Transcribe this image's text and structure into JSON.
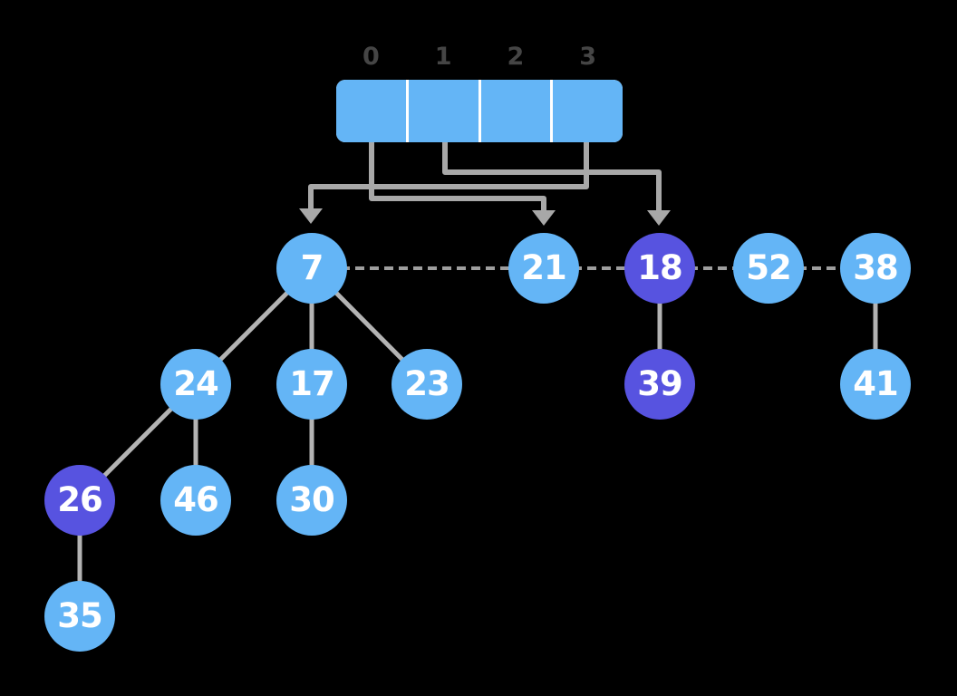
{
  "array": {
    "indices": [
      "0",
      "1",
      "2",
      "3"
    ],
    "cell_count": 4
  },
  "nodes": [
    {
      "value": "7",
      "variant": "blue"
    },
    {
      "value": "21",
      "variant": "blue"
    },
    {
      "value": "18",
      "variant": "purple"
    },
    {
      "value": "52",
      "variant": "blue"
    },
    {
      "value": "38",
      "variant": "blue"
    },
    {
      "value": "24",
      "variant": "blue"
    },
    {
      "value": "17",
      "variant": "blue"
    },
    {
      "value": "23",
      "variant": "blue"
    },
    {
      "value": "39",
      "variant": "purple"
    },
    {
      "value": "41",
      "variant": "blue"
    },
    {
      "value": "26",
      "variant": "purple"
    },
    {
      "value": "46",
      "variant": "blue"
    },
    {
      "value": "30",
      "variant": "blue"
    },
    {
      "value": "35",
      "variant": "blue"
    }
  ],
  "structure": {
    "type": "binomial-heap",
    "root_list": [
      "7",
      "21",
      "18",
      "52",
      "38"
    ],
    "dashed_root_links": [
      [
        "7",
        "21"
      ],
      [
        "21",
        "18"
      ],
      [
        "18",
        "52"
      ],
      [
        "52",
        "38"
      ]
    ],
    "parent_child_edges": [
      [
        "7",
        "24"
      ],
      [
        "7",
        "17"
      ],
      [
        "7",
        "23"
      ],
      [
        "24",
        "26"
      ],
      [
        "24",
        "46"
      ],
      [
        "17",
        "30"
      ],
      [
        "26",
        "35"
      ],
      [
        "18",
        "39"
      ],
      [
        "38",
        "41"
      ]
    ],
    "array_pointers": [
      {
        "index": "0",
        "points_to": "21"
      },
      {
        "index": "1",
        "points_to": "18"
      },
      {
        "index": "3",
        "points_to": "7"
      }
    ],
    "highlighted_nodes": [
      "18",
      "39",
      "26"
    ]
  },
  "colors": {
    "node_blue": "#64b5f6",
    "node_purple": "#5753e0",
    "node_text": "#ffffff",
    "array_blue": "#64b5f6",
    "divider_white": "#ffffff",
    "index_label_gray": "#454545",
    "edge_gray": "#b3b3b3",
    "arrow_gray": "#a8a8a8",
    "dash_gray": "#9e9e9e",
    "background": "#000000"
  }
}
